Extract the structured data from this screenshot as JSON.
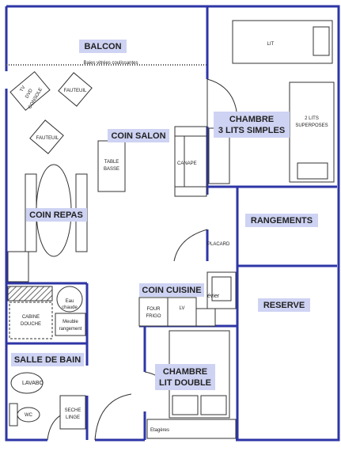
{
  "colors": {
    "wall": "#2e35a6",
    "label_bg": "#ced3f3",
    "window_dots": "#555555",
    "hatch": "#666666"
  },
  "rooms": {
    "balcon": "BALCON",
    "coin_salon": "COIN SALON",
    "coin_repas": "COIN REPAS",
    "chambre3_line1": "CHAMBRE",
    "chambre3_line2": "3 LITS SIMPLES",
    "rangements": "RANGEMENTS",
    "coin_cuisine": "COIN CUISINE",
    "reserve": "RESERVE",
    "salle_de_bain": "SALLE DE BAIN",
    "chambre_double_line1": "CHAMBRE",
    "chambre_double_line2": "LIT DOUBLE"
  },
  "items": {
    "baies": "Baies vitrées coulissantes",
    "tv_line1": "TV",
    "tv_line2": "DVD",
    "tv_line3": "CONSOLE",
    "fauteuil_1": "FAUTEUIL",
    "fauteuil_2": "FAUTEUIL",
    "table_basse_line1": "TABLE",
    "table_basse_line2": "BASSE",
    "canape": "CANAPE",
    "lit": "LIT",
    "lits_superposes_line1": "2 LITS",
    "lits_superposes_line2": "SUPERPOSES",
    "placard": "PLACARD",
    "evier": "évier",
    "four_frigo_line1": "FOUR",
    "four_frigo_line2": "FRIGO",
    "lv": "LV",
    "eau_chaude_line1": "Eau",
    "eau_chaude_line2": "chaude",
    "cabine_douche_line1": "CABINE",
    "cabine_douche_line2": "DOUCHE",
    "meuble_rangement_line1": "Meuble",
    "meuble_rangement_line2": "rangement",
    "lavabo": "LAVABO",
    "wc": "WC",
    "seche_linge_line1": "SECHE",
    "seche_linge_line2": "LINGE",
    "etageres": "Etagères"
  }
}
